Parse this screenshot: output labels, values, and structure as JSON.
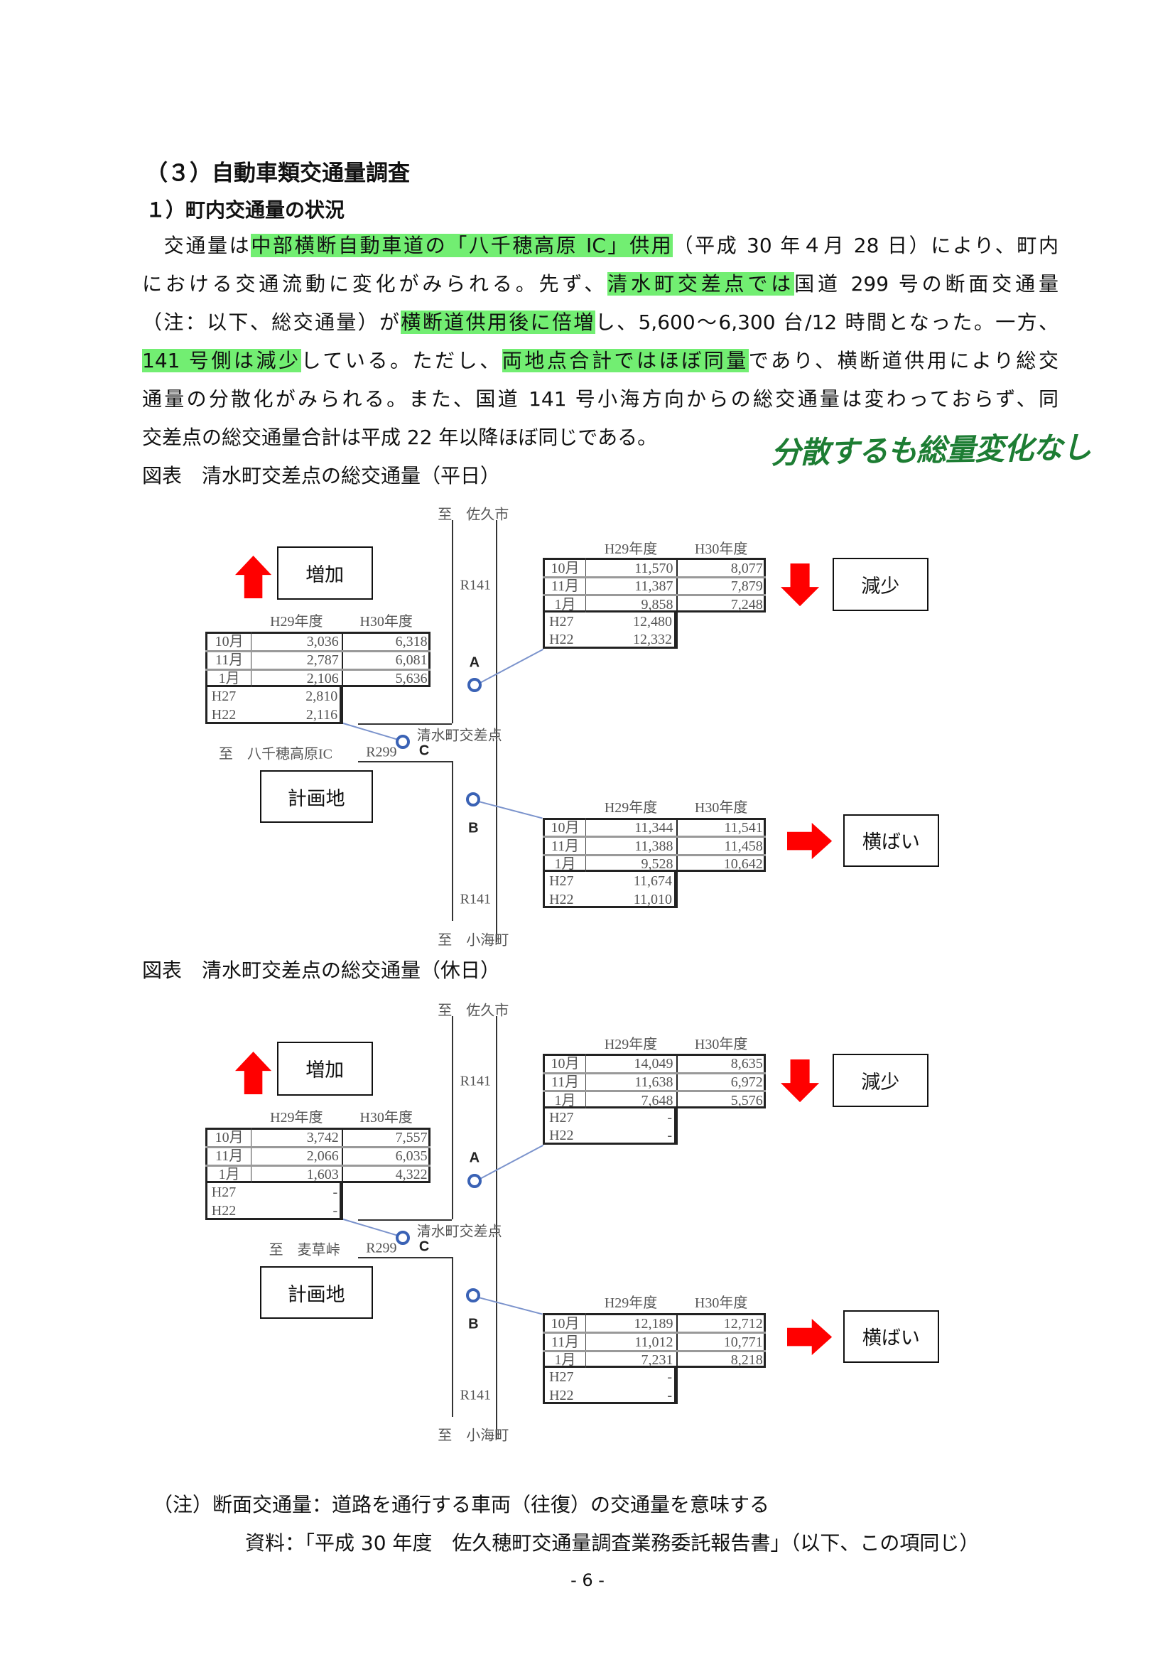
{
  "heading": "（３）自動車類交通量調査",
  "subheading": "１）町内交通量の状況",
  "paragraph": [
    [
      {
        "t": "　交通量は"
      },
      {
        "t": "中部横断自動車道の「八千穂高原 IC」供用",
        "hl": true
      },
      {
        "t": "（平成 30 年４月 28 日）により、町内"
      }
    ],
    [
      {
        "t": "における交通流動に変化がみられる。先ず、"
      },
      {
        "t": "清水町交差点では",
        "hl": true
      },
      {
        "t": "国道 299 号の断面交通量"
      }
    ],
    [
      {
        "t": "（注：以下、総交通量）が"
      },
      {
        "t": "横断道供用後に倍増",
        "hl": true
      },
      {
        "t": "し、5,600～6,300 台/12 時間となった。一方、"
      }
    ],
    [
      {
        "t": "141 号側は減少",
        "hl": true
      },
      {
        "t": "している。ただし、"
      },
      {
        "t": "両地点合計ではほぼ同量",
        "hl": true
      },
      {
        "t": "であり、横断道供用により総交"
      }
    ],
    [
      {
        "t": "通量の分散化がみられる。また、国道 141 号小海方向からの総交通量は変わっておらず、同"
      }
    ],
    [
      {
        "t": "交差点の総交通量合計は平成 22 年以降ほぼ同じである。"
      }
    ]
  ],
  "handwritten_note": "分散するも総量変化なし",
  "highlight_color": "#72ee72",
  "diagrams": [
    {
      "caption": "図表　清水町交差点の総交通量（平日）",
      "north": "至　佐久市",
      "south": "至　小海町",
      "west": "至　八千穂高原IC",
      "r141": "R141",
      "r299": "R299",
      "intersection": "清水町交差点",
      "points": {
        "a": "A",
        "b": "B",
        "c": "C"
      },
      "plan_site": "計画地",
      "col_headers": [
        "H29年度",
        "H30年度"
      ],
      "tables": {
        "c": {
          "trend": "増加",
          "arrow": "up",
          "rows": [
            [
              "10月",
              "3,036",
              "6,318"
            ],
            [
              "11月",
              "2,787",
              "6,081"
            ],
            [
              "1月",
              "2,106",
              "5,636"
            ]
          ],
          "history": [
            [
              "H27",
              "2,810"
            ],
            [
              "H22",
              "2,116"
            ]
          ]
        },
        "a": {
          "trend": "減少",
          "arrow": "down",
          "rows": [
            [
              "10月",
              "11,570",
              "8,077"
            ],
            [
              "11月",
              "11,387",
              "7,879"
            ],
            [
              "1月",
              "9,858",
              "7,248"
            ]
          ],
          "history": [
            [
              "H27",
              "12,480"
            ],
            [
              "H22",
              "12,332"
            ]
          ]
        },
        "b": {
          "trend": "横ばい",
          "arrow": "right",
          "rows": [
            [
              "10月",
              "11,344",
              "11,541"
            ],
            [
              "11月",
              "11,388",
              "11,458"
            ],
            [
              "1月",
              "9,528",
              "10,642"
            ]
          ],
          "history": [
            [
              "H27",
              "11,674"
            ],
            [
              "H22",
              "11,010"
            ]
          ]
        }
      }
    },
    {
      "caption": "図表　清水町交差点の総交通量（休日）",
      "north": "至　佐久市",
      "south": "至　小海町",
      "west": "至　麦草峠",
      "r141": "R141",
      "r299": "R299",
      "intersection": "清水町交差点",
      "points": {
        "a": "A",
        "b": "B",
        "c": "C"
      },
      "plan_site": "計画地",
      "col_headers": [
        "H29年度",
        "H30年度"
      ],
      "tables": {
        "c": {
          "trend": "増加",
          "arrow": "up",
          "rows": [
            [
              "10月",
              "3,742",
              "7,557"
            ],
            [
              "11月",
              "2,066",
              "6,035"
            ],
            [
              "1月",
              "1,603",
              "4,322"
            ]
          ],
          "history": [
            [
              "H27",
              "-"
            ],
            [
              "H22",
              "-"
            ]
          ]
        },
        "a": {
          "trend": "減少",
          "arrow": "down",
          "rows": [
            [
              "10月",
              "14,049",
              "8,635"
            ],
            [
              "11月",
              "11,638",
              "6,972"
            ],
            [
              "1月",
              "7,648",
              "5,576"
            ]
          ],
          "history": [
            [
              "H27",
              "-"
            ],
            [
              "H22",
              "-"
            ]
          ]
        },
        "b": {
          "trend": "横ばい",
          "arrow": "right",
          "rows": [
            [
              "10月",
              "12,189",
              "12,712"
            ],
            [
              "11月",
              "11,012",
              "10,771"
            ],
            [
              "1月",
              "7,231",
              "8,218"
            ]
          ],
          "history": [
            [
              "H27",
              "-"
            ],
            [
              "H22",
              "-"
            ]
          ]
        }
      }
    }
  ],
  "note": "（注）断面交通量：道路を通行する車両（往復）の交通量を意味する",
  "source": "資料：「平成 30 年度　佐久穂町交通量調査業務委託報告書」（以下、この項同じ）",
  "page_number": "- 6 -",
  "arrow_color": "#ff0000",
  "point_color": "#3a62b5"
}
